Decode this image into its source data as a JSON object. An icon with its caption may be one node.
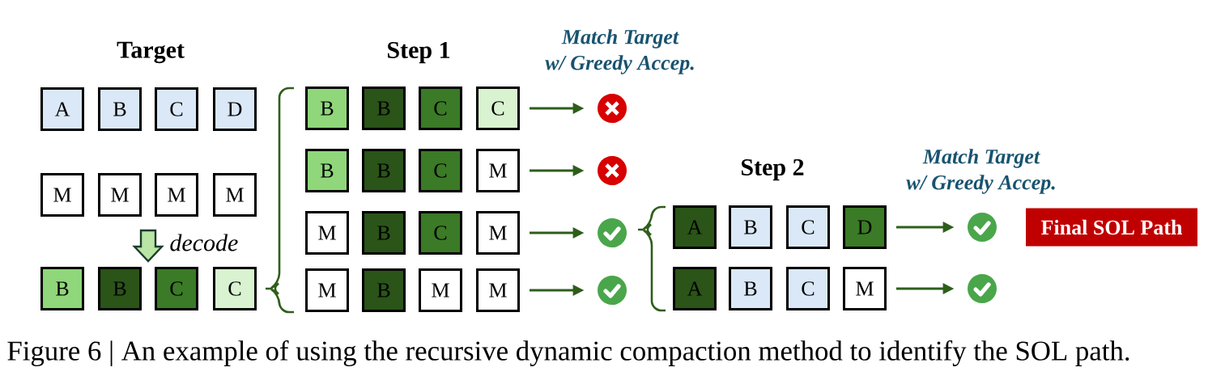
{
  "diagram": {
    "nodes": [
      {
        "text": [
          "A"
        ]
      },
      {
        "text": [
          "B"
        ]
      },
      {
        "text": [
          "C"
        ]
      },
      {
        "text": [
          "D"
        ]
      },
      {
        "text": [
          "M"
        ]
      },
      {
        "text": [
          "M"
        ]
      },
      {
        "text": [
          "M"
        ]
      },
      {
        "text": [
          "M"
        ]
      },
      {
        "text": [
          "B"
        ]
      },
      {
        "text": [
          "B"
        ]
      },
      {
        "text": [
          "C"
        ]
      },
      {
        "text": [
          "C"
        ]
      },
      {
        "text": [
          "B"
        ]
      },
      {
        "text": [
          "B"
        ]
      },
      {
        "text": [
          "C"
        ]
      },
      {
        "text": [
          "C"
        ]
      },
      {
        "text": [],
        "shape": "cross"
      },
      {
        "text": [
          "B"
        ]
      },
      {
        "text": [
          "B"
        ]
      },
      {
        "text": [
          "C"
        ]
      },
      {
        "text": [
          "M"
        ]
      },
      {
        "text": [],
        "shape": "cross"
      },
      {
        "text": [
          "M"
        ]
      },
      {
        "text": [
          "B"
        ]
      },
      {
        "text": [
          "C"
        ]
      },
      {
        "text": [
          "M"
        ]
      },
      {
        "text": [],
        "shape": "check"
      },
      {
        "text": [
          "M"
        ]
      },
      {
        "text": [
          "B"
        ]
      },
      {
        "text": [
          "M"
        ]
      },
      {
        "text": [
          "M"
        ]
      },
      {
        "text": [],
        "shape": "check"
      },
      {
        "text": [
          "A"
        ]
      },
      {
        "text": [
          "B"
        ]
      },
      {
        "text": [
          "C"
        ]
      },
      {
        "text": [
          "D"
        ]
      },
      {
        "text": [],
        "shape": "check"
      },
      {
        "text": [
          "Final SOL Path"
        ]
      },
      {
        "text": [
          "A"
        ]
      },
      {
        "text": [
          "B"
        ]
      },
      {
        "text": [
          "C"
        ]
      },
      {
        "text": [
          "M"
        ]
      },
      {
        "text": [],
        "shape": "check"
      }
    ],
    "edges": [
      {
        "from": 15,
        "to": 16,
        "arrow": "to"
      },
      {
        "from": 20,
        "to": 21,
        "arrow": "to"
      },
      {
        "from": 25,
        "to": 26,
        "arrow": "to"
      },
      {
        "from": 30,
        "to": 31,
        "arrow": "to"
      },
      {
        "from": 35,
        "to": 36,
        "arrow": "to"
      },
      {
        "from": 41,
        "to": 42,
        "arrow": "to"
      }
    ],
    "labels": [
      "Target",
      "Step 1",
      "Match Target w/ Greedy Accep.",
      "Step 2",
      "Match Target w/ Greedy Accep.",
      "decode"
    ],
    "caption": "Figure 6 | An example of using the recursive dynamic compaction method to identify the SOL path."
  }
}
